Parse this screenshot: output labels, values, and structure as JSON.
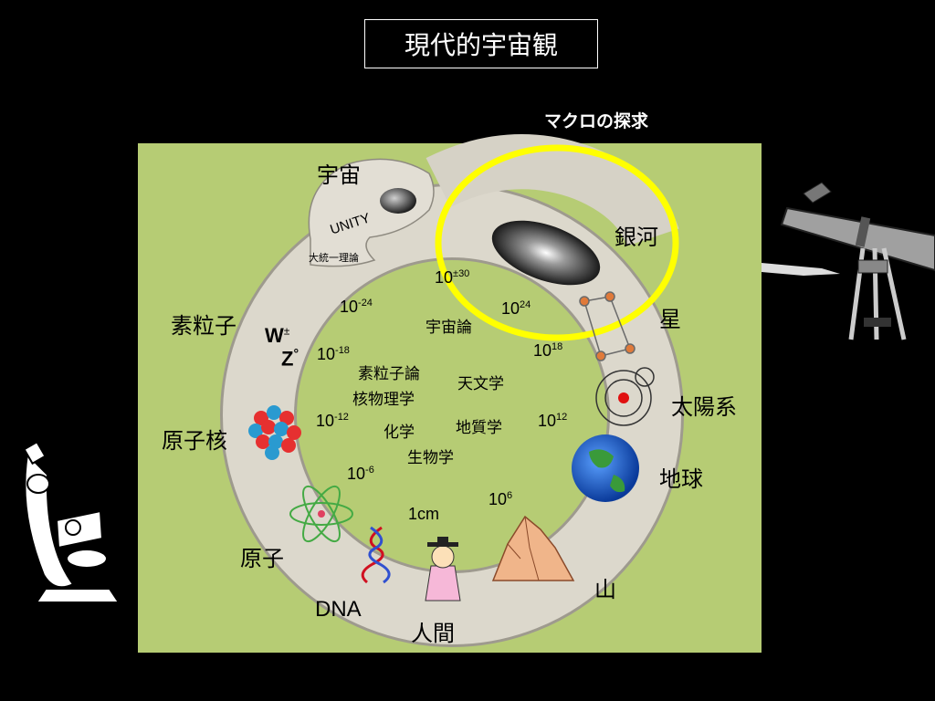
{
  "title": "現代的宇宙観",
  "macro_label": "マクロの探求",
  "outer_labels": {
    "universe": "宇宙",
    "galaxy": "銀河",
    "star": "星",
    "solar_system": "太陽系",
    "earth": "地球",
    "mountain": "山",
    "human": "人間",
    "dna": "DNA",
    "atom": "原子",
    "nucleus": "原子核",
    "particle": "素粒子"
  },
  "head_labels": {
    "unity": "UNITY",
    "gut": "大統一理論"
  },
  "bosons": {
    "w": "W",
    "w_sup": "±",
    "z": "Z",
    "z_sup": "°"
  },
  "inner_fields": {
    "cosmology": "宇宙論",
    "particle_physics": "素粒子論",
    "nuclear_physics": "核物理学",
    "astronomy": "天文学",
    "chemistry": "化学",
    "geology": "地質学",
    "biology": "生物学"
  },
  "scales": {
    "s30_base": "10",
    "s30_exp": "±30",
    "s24n_base": "10",
    "s24n_exp": "-24",
    "s24p_base": "10",
    "s24p_exp": "24",
    "s18n_base": "10",
    "s18n_exp": "-18",
    "s18p_base": "10",
    "s18p_exp": "18",
    "s12n_base": "10",
    "s12n_exp": "-12",
    "s12p_base": "10",
    "s12p_exp": "12",
    "s6n_base": "10",
    "s6n_exp": "-6",
    "s6p_base": "10",
    "s6p_exp": "6",
    "s0": "1cm"
  },
  "colors": {
    "background": "#000000",
    "panel": "#b6cc74",
    "highlight_ring": "#ffff00",
    "snake_body": "#dcd8cc"
  }
}
